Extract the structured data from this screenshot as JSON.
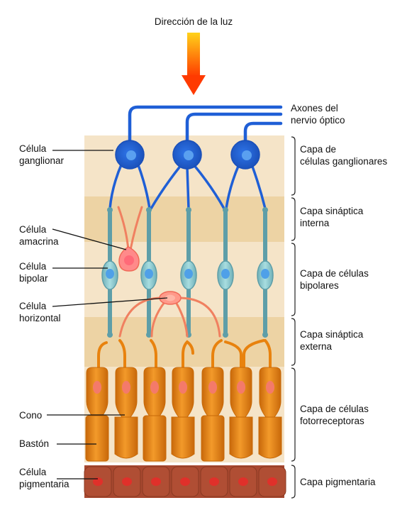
{
  "title": "Dirección de la luz",
  "left_labels": {
    "ganglion": [
      "Célula",
      "ganglionar"
    ],
    "amacrine": [
      "Célula",
      "amacrina"
    ],
    "bipolar": [
      "Célula",
      "bipolar"
    ],
    "horizontal": [
      "Célula",
      "horizontal"
    ],
    "cone": [
      "Cono"
    ],
    "rod": [
      "Bastón"
    ],
    "pigment": [
      "Célula",
      "pigmentaria"
    ]
  },
  "right_labels": {
    "axons": [
      "Axones del",
      "nervio óptico"
    ],
    "ganglion_layer": [
      "Capa de",
      "células ganglionares"
    ],
    "inner_synaptic": [
      "Capa sináptica",
      "interna"
    ],
    "bipolar_layer": [
      "Capa de células",
      "bipolares"
    ],
    "outer_synaptic": [
      "Capa sináptica",
      "externa"
    ],
    "photoreceptor_layer": [
      "Capa de células",
      "fotorreceptoras"
    ],
    "pigment_layer": [
      "Capa pigmentaria"
    ]
  },
  "colors": {
    "arrow_top": "#ffd21a",
    "arrow_bottom": "#ff3a00",
    "ganglion": "#1f5fd6",
    "ganglion_light": "#5aa0f0",
    "band_light": "#f5e4c8",
    "band_dark": "#edd3a4",
    "bipolar_stalk": "#5e9ea8",
    "bipolar_body": "#8ec9cf",
    "bipolar_nucleus": "#4fa0e8",
    "interneuron": "#f08060",
    "interneuron_body": "#ff8a8a",
    "photoreceptor": "#e8820e",
    "photoreceptor_dark": "#c86a08",
    "photoreceptor_nucleus": "#f47a6a",
    "pigment": "#a84830",
    "pigment_nucleus": "#e0302a"
  }
}
